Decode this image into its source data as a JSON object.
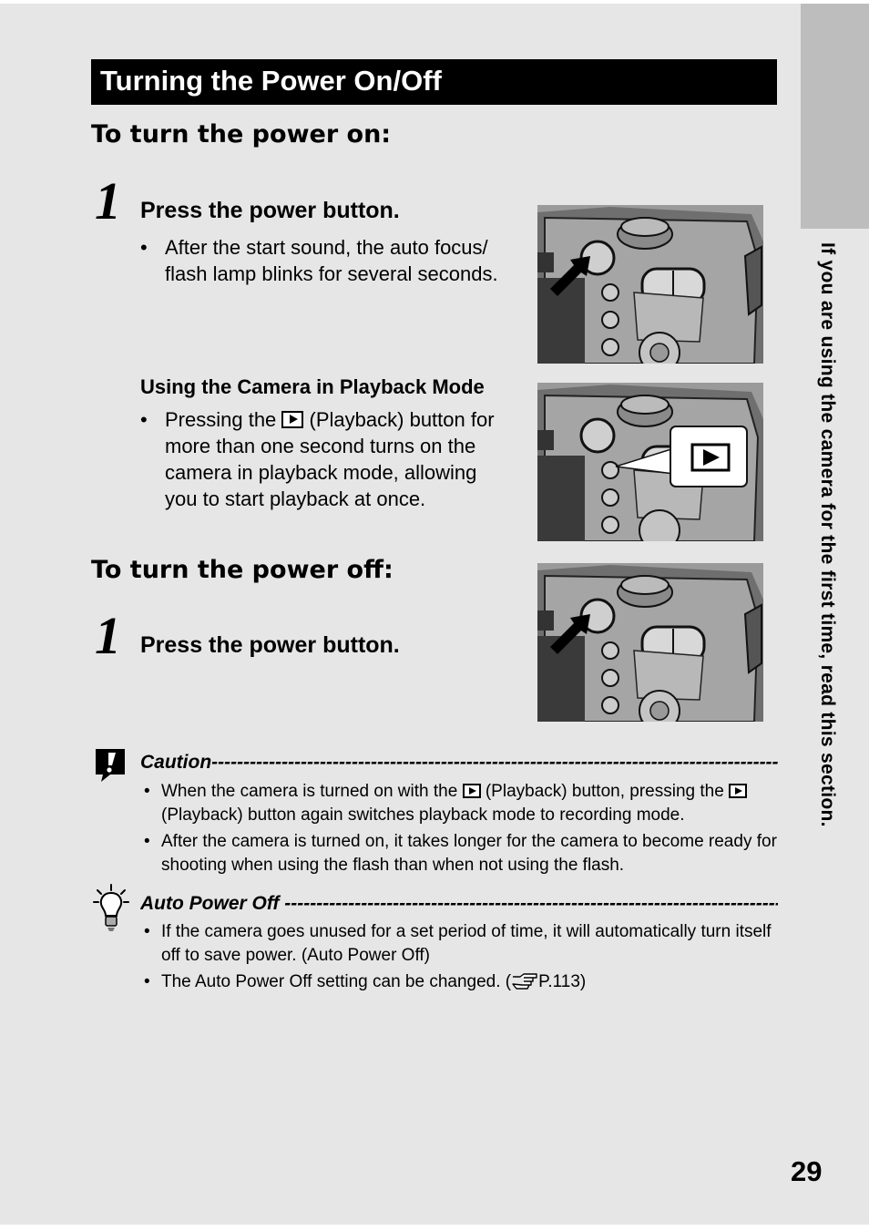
{
  "side_tab_text": "If you are using the camera for the first time, read this section.",
  "title": "Turning the Power On/Off",
  "power_on": {
    "heading": "To turn the power on:",
    "step_number": "1",
    "step_text": "Press the power button.",
    "bullet": "After the start sound, the auto focus/ flash lamp blinks for several seconds."
  },
  "playback": {
    "subheading": "Using the Camera in Playback Mode",
    "bullet_before": "Pressing the",
    "bullet_after": "(Playback) button for more than one second turns on the camera in playback mode, allowing you to start playback at once."
  },
  "power_off": {
    "heading": "To turn the power off:",
    "step_number": "1",
    "step_text": "Press the power button."
  },
  "caution": {
    "label": "Caution",
    "dashes": "-----------------------------------------------------------------------------------------",
    "items": [
      {
        "part1": "When the camera is turned on with the",
        "part2": "(Playback) button, pressing the",
        "part3": "(Playback) button again switches playback mode to recording mode."
      },
      {
        "text": "After the camera is turned on, it takes longer for the camera to become ready for shooting when using the flash than when not using the flash."
      }
    ]
  },
  "auto_power_off": {
    "label": "Auto Power Off",
    "dashes": "--------------------------------------------------------------------------------",
    "items": [
      {
        "text": "If the camera goes unused for a set period of time, it will automatically turn itself off to save power. (Auto Power Off)"
      },
      {
        "before": "The Auto Power Off setting can be changed. (",
        "ref": "P.113)"
      }
    ]
  },
  "page_number": "29"
}
